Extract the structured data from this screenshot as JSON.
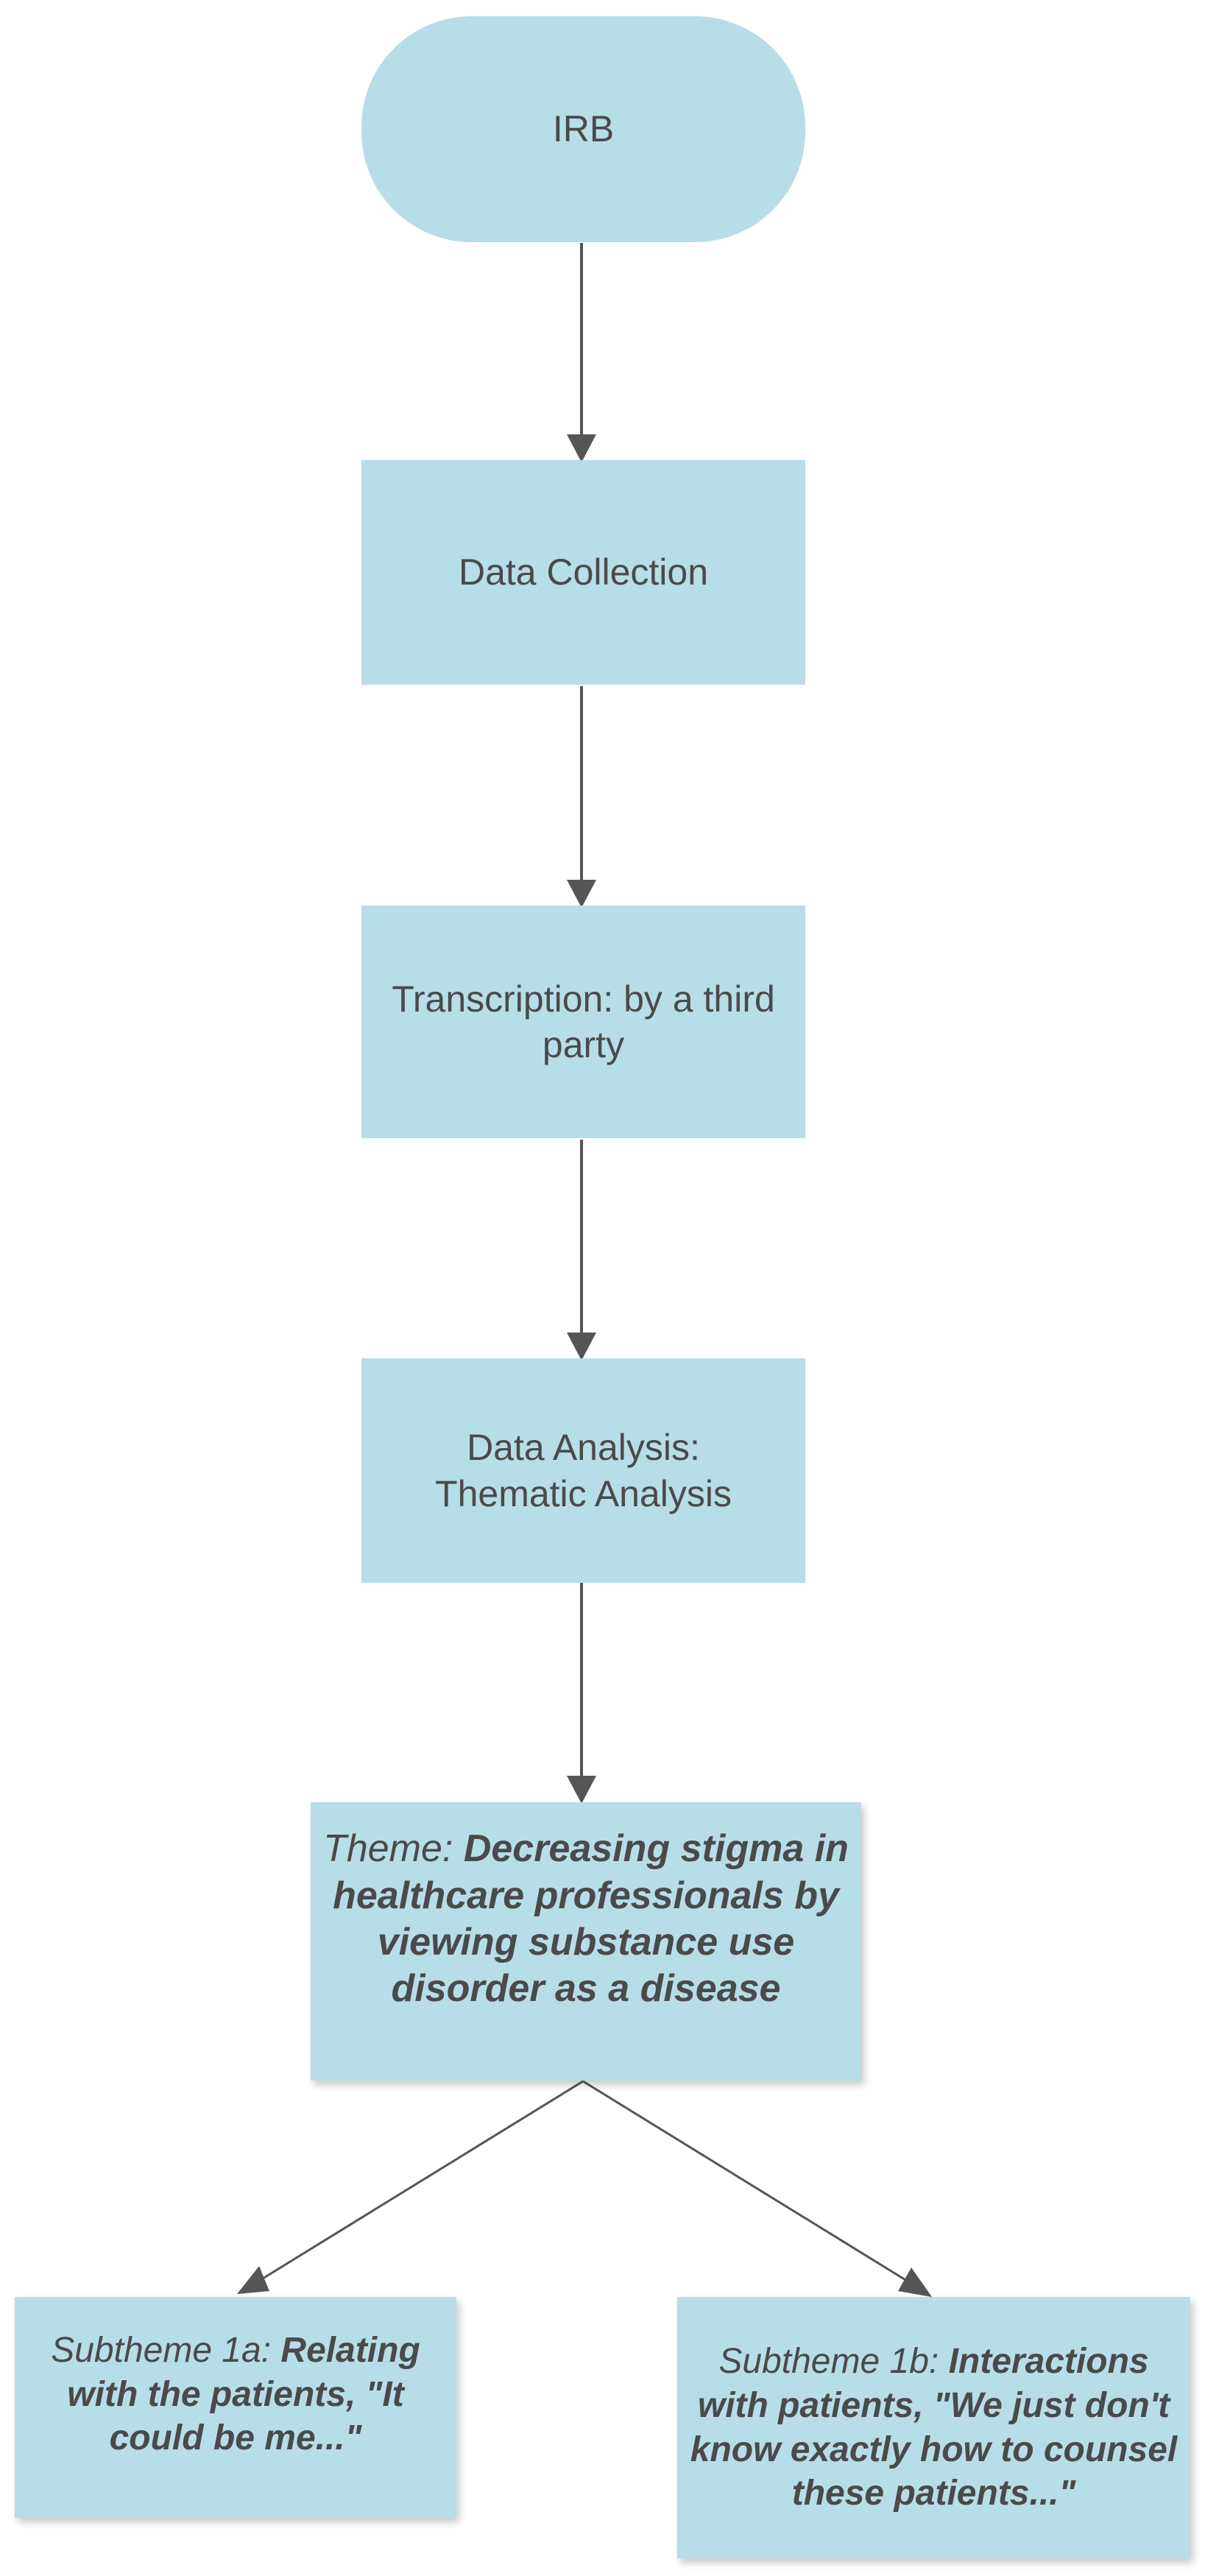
{
  "colors": {
    "node_fill": "#b7dde8",
    "connector": "#555555",
    "text": "#4a4a4a"
  },
  "nodes": {
    "irb": {
      "label": "IRB"
    },
    "data_collection": {
      "label": "Data Collection"
    },
    "transcription": {
      "label": "Transcription: by a third party"
    },
    "data_analysis": {
      "label": "Data Analysis: Thematic Analysis"
    },
    "theme": {
      "prefix": "Theme:",
      "text": "Decreasing stigma in healthcare professionals by viewing substance use disorder as a disease"
    },
    "subtheme_1a": {
      "prefix": "Subtheme 1a:",
      "text": "Relating with the patients, \"It could be me...\""
    },
    "subtheme_1b": {
      "prefix": "Subtheme 1b:",
      "text": "Interactions with patients, \"We just don't know exactly how to counsel these patients...\""
    }
  }
}
